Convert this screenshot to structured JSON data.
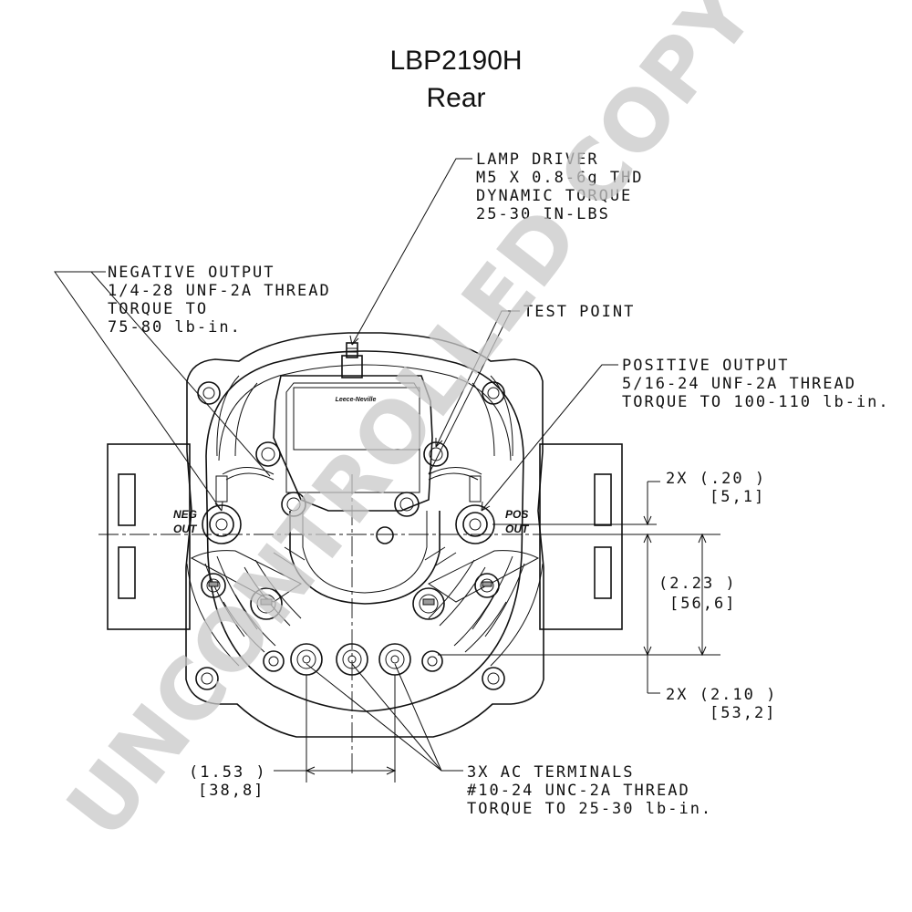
{
  "title": {
    "model": "LBP2190H",
    "view": "Rear"
  },
  "callouts": {
    "lamp_driver": [
      "LAMP DRIVER",
      "M5 X 0.8-6g THD",
      "DYNAMIC TORQUE",
      "25-30 IN-LBS"
    ],
    "negative_output": [
      "NEGATIVE OUTPUT",
      "1/4-28 UNF-2A THREAD",
      "TORQUE TO",
      "75-80 lb-in."
    ],
    "test_point": [
      "TEST POINT"
    ],
    "positive_output": [
      "POSITIVE OUTPUT",
      "5/16-24 UNF-2A THREAD",
      "TORQUE TO 100-110 lb-in."
    ],
    "ac_terminals": [
      "3X AC TERMINALS",
      "#10-24 UNC-2A THREAD",
      "TORQUE TO 25-30 lb-in."
    ]
  },
  "dimensions": {
    "d1": {
      "inch": "2X (.20   )",
      "mm": "[5,1]"
    },
    "d2": {
      "inch": "(2.23   )",
      "mm": "[56,6]"
    },
    "d3": {
      "inch": "2X (2.10   )",
      "mm": "[53,2]"
    },
    "d4": {
      "inch": "(1.53   )",
      "mm": "[38,8]"
    }
  },
  "terminal_labels": {
    "neg": [
      "NEG",
      "OUT"
    ],
    "pos": [
      "POS",
      "OUT"
    ]
  },
  "regulator_brand": "Leece-Neville",
  "watermark": "UNCONTROLLED COPY"
}
